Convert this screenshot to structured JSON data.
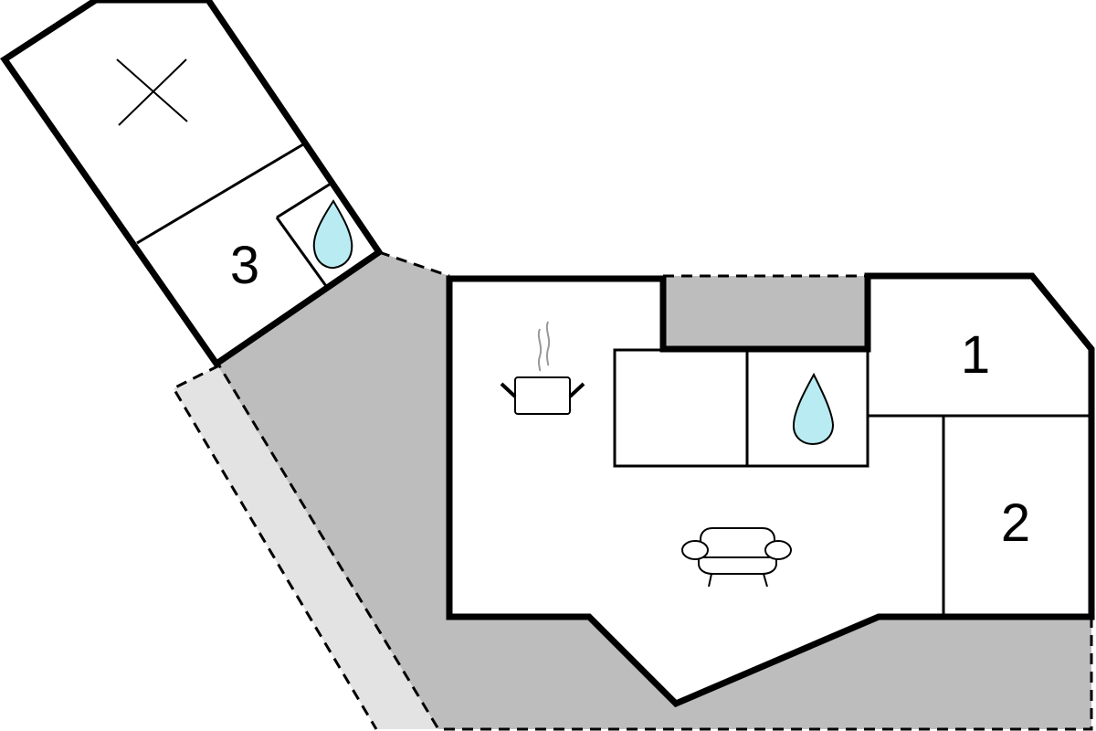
{
  "floorplan": {
    "rooms": [
      {
        "id": "bedroom-1",
        "label": "1"
      },
      {
        "id": "bedroom-2",
        "label": "2"
      },
      {
        "id": "bedroom-3",
        "label": "3"
      }
    ],
    "icons": [
      "kitchen-pot-icon",
      "water-drop-icon",
      "sofa-icon",
      "terrace-x-icon"
    ],
    "colors": {
      "wall": "#000000",
      "terrace": "#bdbdbd",
      "path": "#e3e3e3",
      "water": "#b8ecf2"
    }
  }
}
